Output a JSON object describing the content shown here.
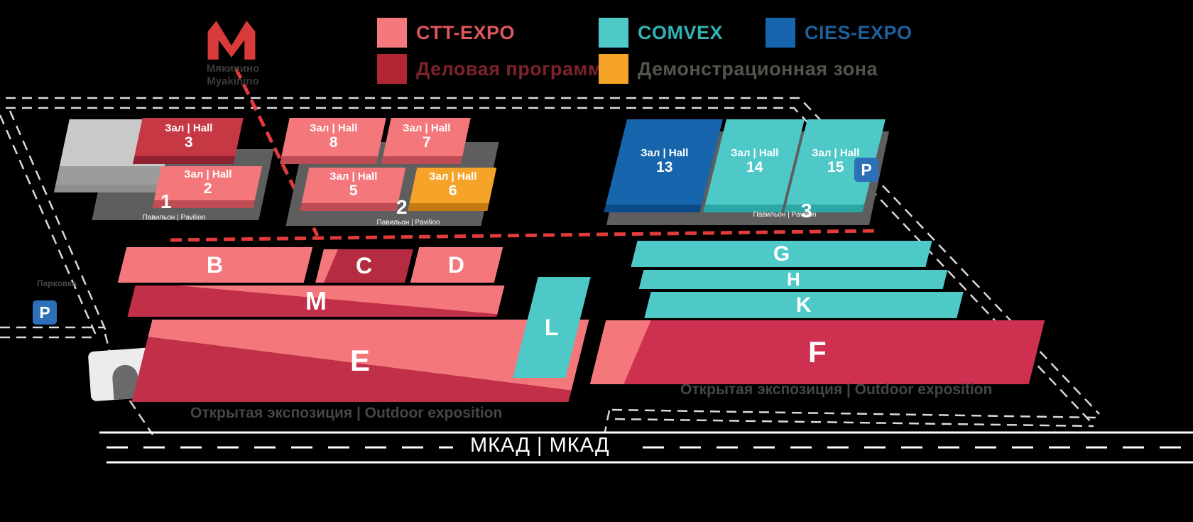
{
  "legend": {
    "items": [
      {
        "label": "CTT-EXPO",
        "color": "#F4787C",
        "label_color": "#DE575D"
      },
      {
        "label": "COMVEX",
        "color": "#4FC8C8",
        "label_color": "#30B3B3"
      },
      {
        "label": "CIES-EXPO",
        "color": "#1766AD",
        "label_color": "#1E5F9C"
      },
      {
        "label": "Деловая программа",
        "color": "#B02633",
        "label_color": "#7E222B"
      },
      {
        "label": "Демонстрационная зона",
        "color": "#F5A329",
        "label_color": "#56524C"
      }
    ]
  },
  "metro": {
    "name_ru": "Мякинино",
    "name_en": "Myakinino"
  },
  "pavilions": [
    {
      "number": "1",
      "caption": "Павильон | Pavilion",
      "halls": [
        {
          "label": "Зал | Hall",
          "num": "3"
        },
        {
          "label": "Зал | Hall",
          "num": "2"
        }
      ]
    },
    {
      "number": "2",
      "caption": "Павильон | Pavilion",
      "halls": [
        {
          "label": "Зал | Hall",
          "num": "8"
        },
        {
          "label": "Зал | Hall",
          "num": "7"
        },
        {
          "label": "Зал | Hall",
          "num": "5"
        },
        {
          "label": "Зал | Hall",
          "num": "6"
        }
      ]
    },
    {
      "number": "3",
      "caption": "Павильон | Pavilion",
      "halls": [
        {
          "label": "Зал | Hall",
          "num": "13"
        },
        {
          "label": "Зал | Hall",
          "num": "14"
        },
        {
          "label": "Зал | Hall",
          "num": "15"
        }
      ]
    }
  ],
  "zones": {
    "b": "B",
    "c": "C",
    "d": "D",
    "m": "M",
    "e": "E",
    "l": "L",
    "g": "G",
    "h": "H",
    "k": "K",
    "f": "F"
  },
  "captions": {
    "outdoor_left": "Открытая экспозиция | Outdoor exposition",
    "outdoor_right": "Открытая экспозиция | Outdoor exposition",
    "parking_left": "Парковка",
    "parking_letter": "P",
    "mkad": "МКАД | МКАД"
  },
  "colors": {
    "hall_pink": "#F3777B",
    "hall_red": "#C53844",
    "hall_orange": "#F5A329",
    "hall_blue": "#1766AD",
    "hall_teal": "#4FC8C8",
    "zone_crimson": "#C22F49",
    "route_red": "#E23B3B",
    "parking_blue": "#2D6FB8",
    "road_line": "#D9D9D9"
  }
}
